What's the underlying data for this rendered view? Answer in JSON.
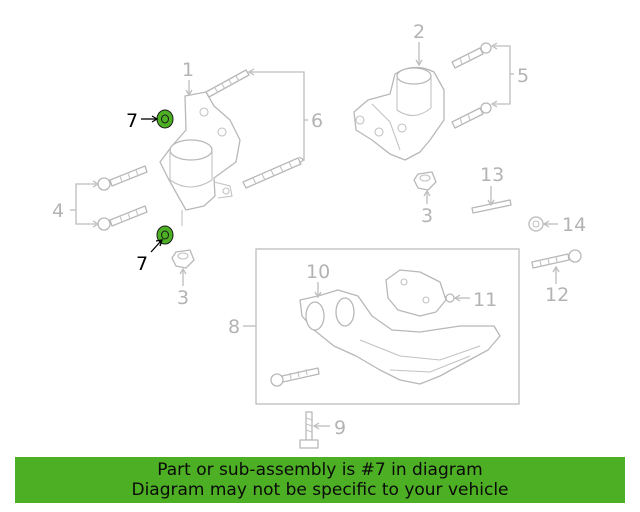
{
  "diagram": {
    "callouts": {
      "n1": "1",
      "n2": "2",
      "n3a": "3",
      "n3b": "3",
      "n4": "4",
      "n5": "5",
      "n6": "6",
      "n7a": "7",
      "n7b": "7",
      "n8": "8",
      "n9": "9",
      "n10": "10",
      "n11": "11",
      "n12": "12",
      "n13": "13",
      "n14": "14"
    },
    "highlighted_part": "7",
    "highlight_color": "#4caf24"
  },
  "banner": {
    "line1": "Part or sub-assembly is #7 in diagram",
    "line2": "Diagram may not be specific to your vehicle",
    "background": "#4caf24"
  }
}
